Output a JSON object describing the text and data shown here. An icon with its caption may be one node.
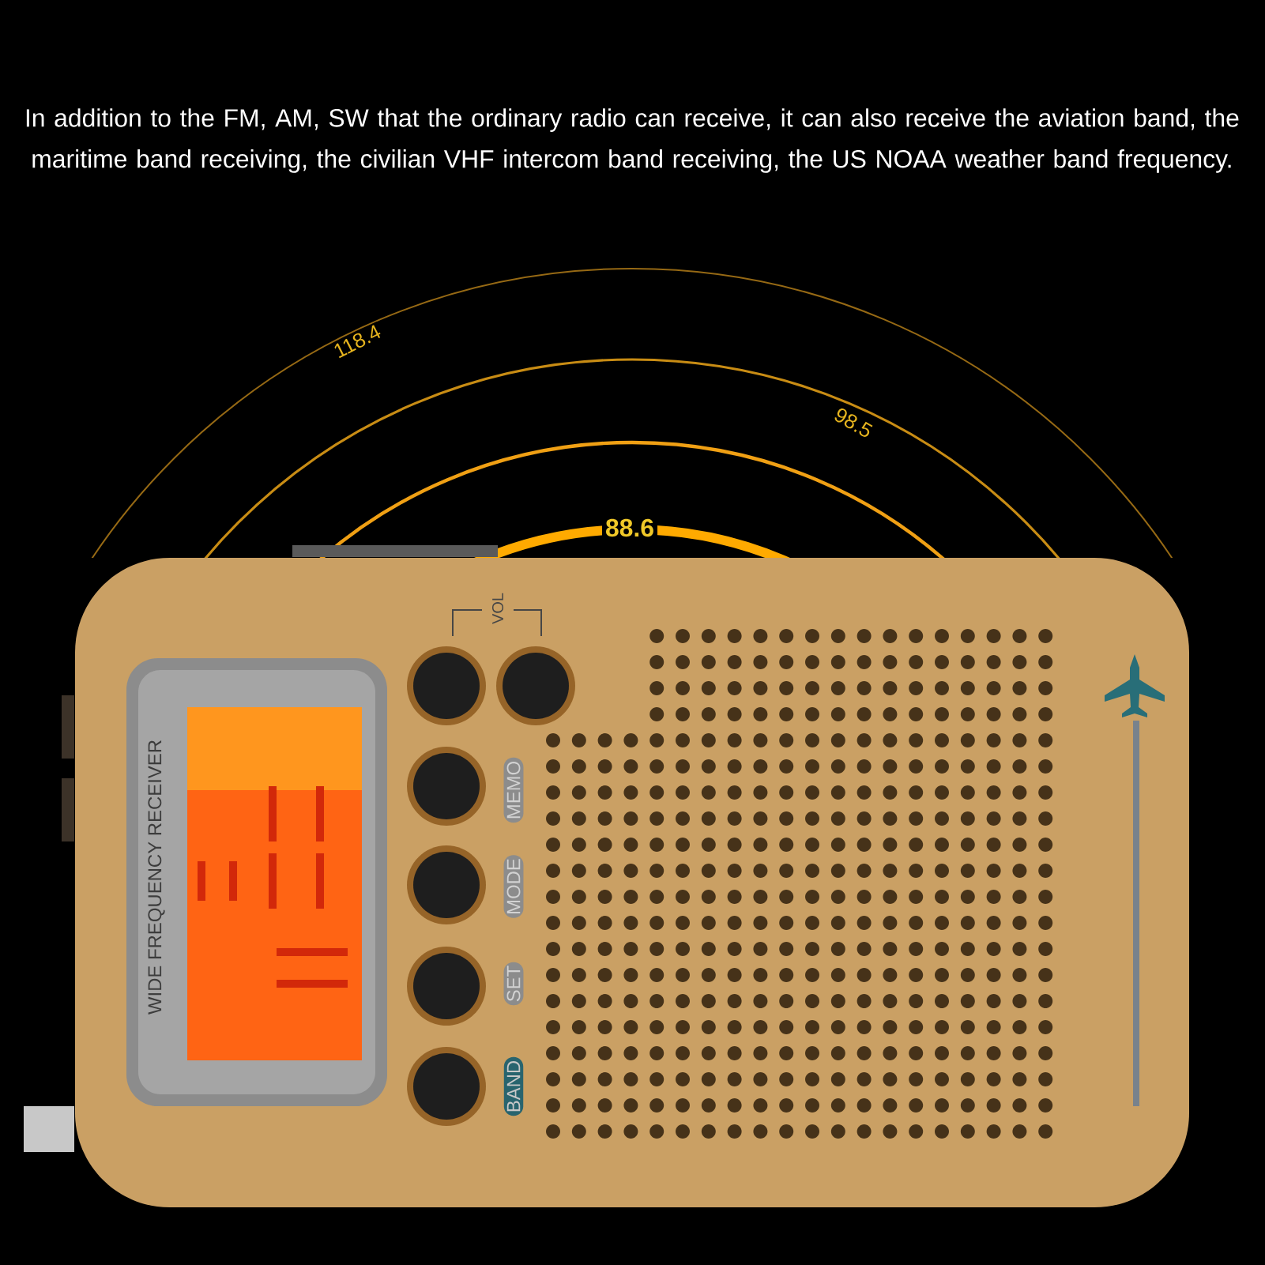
{
  "diagram": {
    "labels": [
      "In addition to the FM, AM, SW that the ordinary radio can receive, it can also receive the aviation band, the maritime band receiving, the civilian VHF intercom band receiving, the US NOAA weather band frequency.",
      "118.4",
      "98.5",
      "88.6",
      "VOL",
      "WIDE FREQUENCY RECEIVER",
      "MEMO",
      "MODE",
      "SET",
      "BAND"
    ]
  }
}
